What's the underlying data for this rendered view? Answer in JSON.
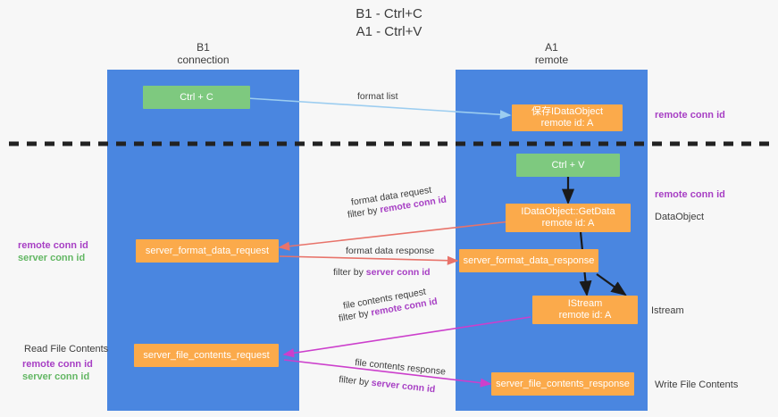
{
  "title": "B1 - Ctrl+C\nA1 - Ctrl+V",
  "lanes": [
    {
      "name": "b1",
      "header": "B1\nconnection"
    },
    {
      "name": "a1",
      "header": "A1\nremote"
    }
  ],
  "nodes": {
    "ctrl_c": "Ctrl + C",
    "save_idataobject": "保存IDataObject\nremote id: A",
    "ctrl_v": "Ctrl + V",
    "getdata": "IDataObject::GetData\nremote id: A",
    "server_format_data_request": "server_format_data_request",
    "server_format_data_response": "server_format_data_response",
    "istream": "IStream\nremote id: A",
    "server_file_contents_request": "server_file_contents_request",
    "server_file_contents_response": "server_file_contents_response"
  },
  "edge_labels": {
    "format_list": "format list",
    "format_data_request": "format data request",
    "format_data_request_filter_prefix": "filter by ",
    "format_data_request_filter_key": "remote conn id",
    "format_data_response": "format data response",
    "format_data_response_filter_prefix": "filter by ",
    "format_data_response_filter_key": "server conn id",
    "file_contents_request": "file contents request",
    "file_contents_request_filter_prefix": "filter by ",
    "file_contents_request_filter_key": "remote conn id",
    "file_contents_response": "file contents response",
    "file_contents_response_filter_prefix": "filter by ",
    "file_contents_response_filter_key": "server conn id"
  },
  "side_labels": {
    "right_remote_conn_id_top": "remote conn id",
    "right_remote_conn_id_mid": "remote conn id",
    "right_dataobject": "DataObject",
    "right_istream": "Istream",
    "right_write_file_contents": "Write File Contents",
    "left_remote_conn_id": "remote conn id",
    "left_server_conn_id": "server conn id",
    "left_read_file_contents": "Read File Contents",
    "left_remote_conn_id_2": "remote conn id",
    "left_server_conn_id_2": "server conn id"
  },
  "colors": {
    "lane": "#4a86e0",
    "node_green": "#7ec97f",
    "node_orange": "#fbaa4b",
    "accent_purple": "#a73fc4",
    "accent_green": "#63b764",
    "arrow_red": "#e8736a",
    "arrow_magenta": "#cc3fcc",
    "arrow_blue": "#9ccdf0",
    "arrow_black": "#1a1a1a",
    "divider": "#222222",
    "background": "#f7f7f7"
  }
}
